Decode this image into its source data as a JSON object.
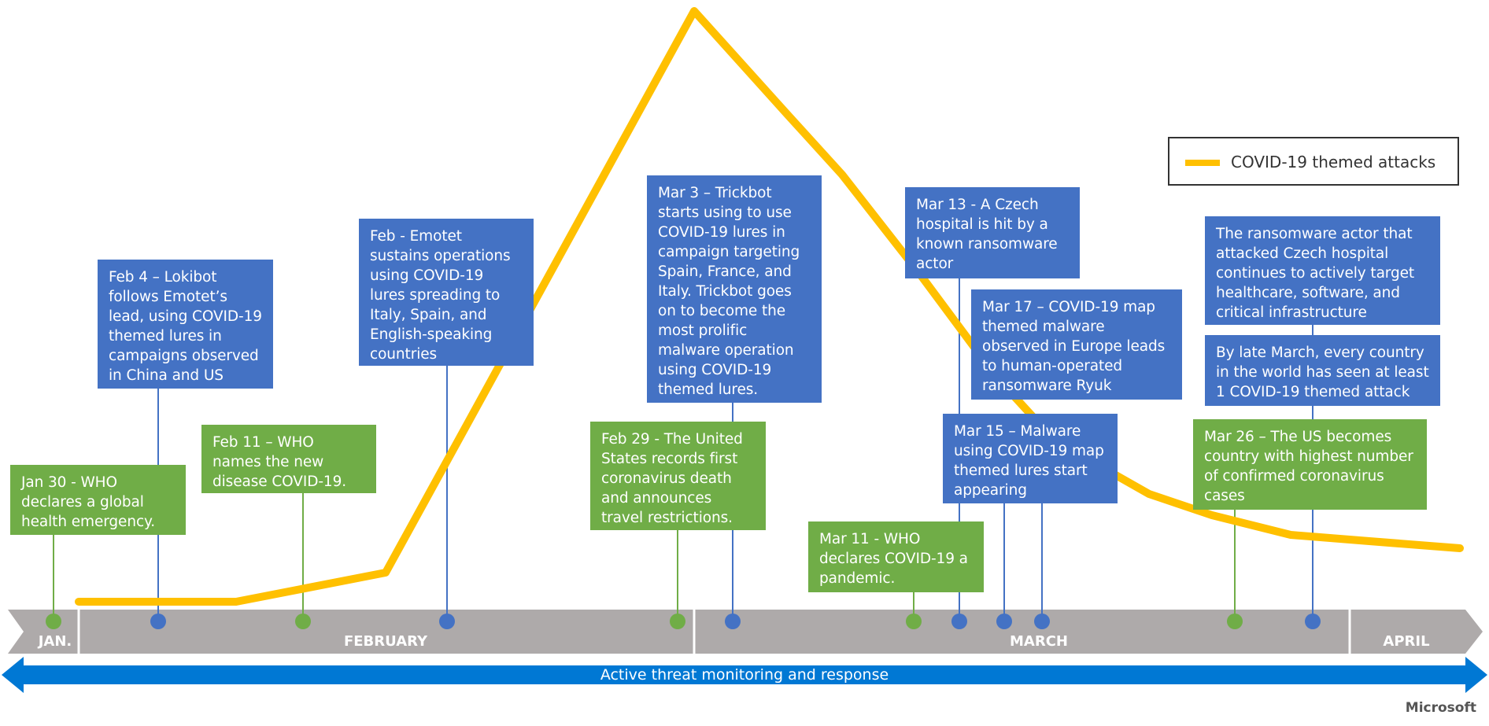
{
  "legend": {
    "label": "COVID-19 themed attacks"
  },
  "months": [
    "JAN.",
    "FEBRUARY",
    "MARCH",
    "APRIL"
  ],
  "timeline_label": "Active threat monitoring and response",
  "brand": "Microsoft",
  "colors": {
    "attack_line": "#ffc000",
    "attack_event": "#4472c4",
    "world_event": "#70ad47",
    "timeline_bar": "#aeaaaa",
    "response_arrow": "#0078d4"
  },
  "events": [
    {
      "type": "world",
      "text": "Jan 30 - WHO declares a global health emergency."
    },
    {
      "type": "attack",
      "text": "Feb 4 – Lokibot follows Emotet’s lead, using COVID-19 themed lures in campaigns observed in China and US"
    },
    {
      "type": "world",
      "text": "Feb 11 – WHO names the new disease COVID-19."
    },
    {
      "type": "attack",
      "text": "Feb - Emotet sustains operations using COVID-19 lures spreading to Italy, Spain, and English-speaking countries"
    },
    {
      "type": "world",
      "text": "Feb 29 - The United States records first coronavirus death and announces travel restrictions."
    },
    {
      "type": "attack",
      "text": "Mar 3 – Trickbot starts using to use COVID-19 lures in campaign targeting Spain, France, and Italy. Trickbot goes on to become the most prolific malware operation using COVID-19 themed lures."
    },
    {
      "type": "world",
      "text": "Mar 11 - WHO declares COVID-19 a pandemic."
    },
    {
      "type": "attack",
      "text": "Mar 13 - A Czech hospital is hit by a known ransomware actor"
    },
    {
      "type": "attack",
      "text": "Mar 15 – Malware using COVID-19 map themed lures start appearing"
    },
    {
      "type": "attack",
      "text": "Mar 17 – COVID-19 map themed malware observed in Europe leads to human-operated ransomware Ryuk"
    },
    {
      "type": "world",
      "text": "Mar 26 – The US becomes country with highest number of confirmed coronavirus cases"
    },
    {
      "type": "attack",
      "text": "The ransomware actor that attacked Czech hospital continues to actively target healthcare, software, and critical infrastructure"
    },
    {
      "type": "attack",
      "text": "By late March, every country in the world has seen at least 1 COVID-19 themed attack"
    }
  ]
}
